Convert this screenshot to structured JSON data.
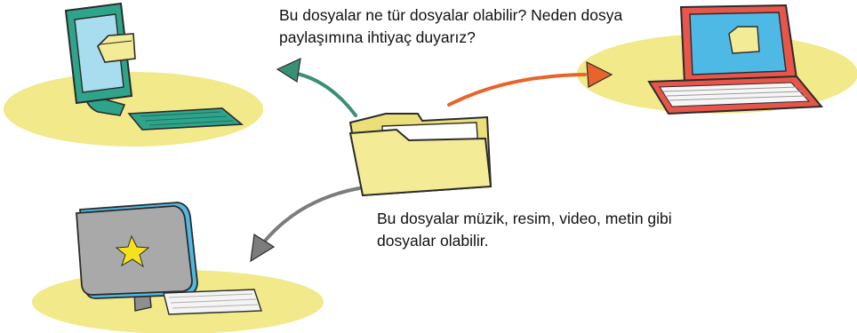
{
  "captions": {
    "question": [
      "Bu dosyalar ne tür dosyalar olabilir? Neden dosya",
      "paylaşımına ihtiyaç duyarız?"
    ],
    "answer": [
      "Bu dosyalar müzik, resim, video, metin gibi",
      "dosyalar olabilir."
    ]
  },
  "colors": {
    "platform": "#f1e98a",
    "folder": "#f3eb96",
    "outline": "#2b2b2b",
    "tablet": "#2ea58b",
    "laptop": "#e8554a",
    "screen_blue": "#4fb9e6",
    "imac_gray": "#a9a9a9",
    "star": "#f5e21c",
    "arrow_orange": "#e8642c",
    "arrow_green": "#3a8f77",
    "arrow_gray": "#7c7c7c"
  },
  "icons": [
    "central-folder-icon",
    "tablet-computer-icon",
    "laptop-icon",
    "desktop-computer-icon",
    "star-icon"
  ]
}
